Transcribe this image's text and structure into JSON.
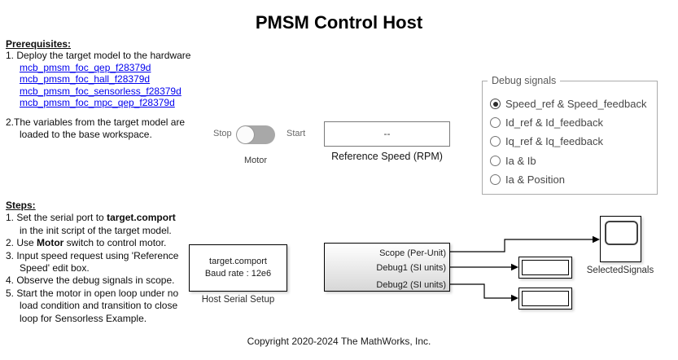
{
  "title": "PMSM Control Host",
  "prerequisites": {
    "heading": "Prerequisites:",
    "item1": "1. Deploy the target model to the hardware",
    "links": [
      "mcb_pmsm_foc_qep_f28379d",
      "mcb_pmsm_foc_hall_f28379d",
      "mcb_pmsm_foc_sensorless_f28379d",
      "mcb_pmsm_foc_mpc_qep_f28379d"
    ],
    "item2_line1": "2.The variables from the target model are",
    "item2_line2": "loaded to the base workspace."
  },
  "motor_switch": {
    "off_label": "Stop",
    "on_label": "Start",
    "label": "Motor",
    "state": "Stop"
  },
  "reference_speed": {
    "value": "--",
    "label": "Reference Speed (RPM)"
  },
  "debug_signals": {
    "legend": "Debug signals",
    "options": [
      {
        "label": "Speed_ref & Speed_feedback",
        "selected": true
      },
      {
        "label": "Id_ref & Id_feedback",
        "selected": false
      },
      {
        "label": "Iq_ref & Iq_feedback",
        "selected": false
      },
      {
        "label": "Ia & Ib",
        "selected": false
      },
      {
        "label": "Ia & Position",
        "selected": false
      }
    ]
  },
  "steps": {
    "heading": "Steps:",
    "lines": [
      {
        "indent": false,
        "segments": [
          {
            "text": "1. Set the serial port to "
          },
          {
            "text": "target.comport",
            "bold": true
          }
        ]
      },
      {
        "indent": true,
        "segments": [
          {
            "text": "in the init script of the target model."
          }
        ]
      },
      {
        "indent": false,
        "segments": [
          {
            "text": "2. Use "
          },
          {
            "text": "Motor",
            "bold": true
          },
          {
            "text": " switch to control motor."
          }
        ]
      },
      {
        "indent": false,
        "segments": [
          {
            "text": "3. Input speed request using 'Reference"
          }
        ]
      },
      {
        "indent": true,
        "segments": [
          {
            "text": "Speed' edit box."
          }
        ]
      },
      {
        "indent": false,
        "segments": [
          {
            "text": "4. Observe the debug signals in scope."
          }
        ]
      },
      {
        "indent": false,
        "segments": [
          {
            "text": "5. Start the motor in open loop under no"
          }
        ]
      },
      {
        "indent": true,
        "segments": [
          {
            "text": "load condition and transition to close"
          }
        ]
      },
      {
        "indent": true,
        "segments": [
          {
            "text": "loop for Sensorless Example."
          }
        ]
      }
    ]
  },
  "host_serial_setup": {
    "line1": "target.comport",
    "line2": "Baud rate : 12e6",
    "label": "Host Serial Setup"
  },
  "comm_block": {
    "ports": [
      "Scope (Per-Unit)",
      "Debug1 (SI units)",
      "Debug2 (SI units)"
    ]
  },
  "scope": {
    "label": "SelectedSignals"
  },
  "copyright": "Copyright 2020-2024 The MathWorks, Inc.",
  "colors": {
    "link_blue": "#0000EE",
    "switch_track_gray": "#a8a8a8",
    "fieldset_border_gray": "#ababab"
  }
}
